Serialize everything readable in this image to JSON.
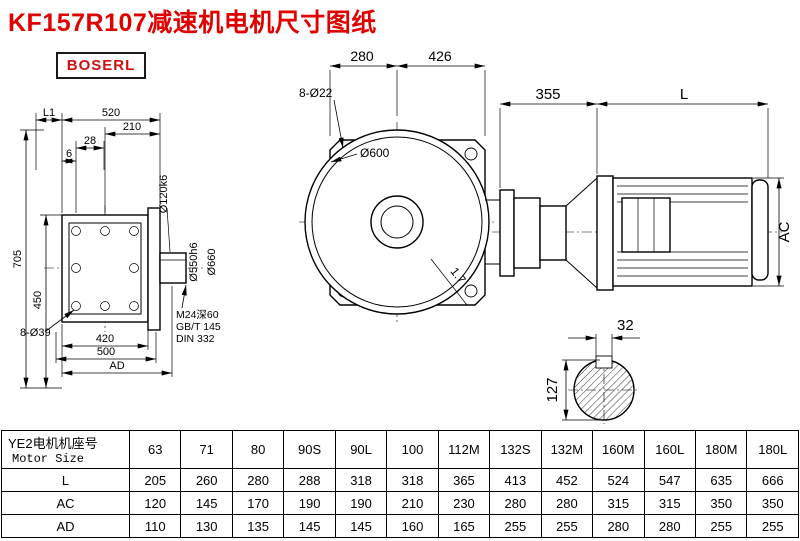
{
  "page": {
    "title": "KF157R107减速机电机尺寸图纸",
    "logo": "BOSERL"
  },
  "colors": {
    "accent_red": "#e10000",
    "line_black": "#000000"
  },
  "drawing": {
    "side_view": {
      "dim_l1": "L1",
      "dim_520": "520",
      "dim_210": "210",
      "dim_28": "28",
      "dim_6": "6",
      "dim_705": "705",
      "dim_450": "450",
      "dim_holes": "8-Ø39",
      "dim_420": "420",
      "dim_500": "500",
      "dim_ad": "AD",
      "dim_shaft": "Ø120k6",
      "dim_spigot": "Ø550h6",
      "dim_flange": "Ø660",
      "note_tap": "M24深60",
      "note_gb": "GB/T 145",
      "note_din": "DIN 332"
    },
    "front_view": {
      "dim_280": "280",
      "dim_426": "426",
      "dim_holes": "8-Ø22",
      "dim_600": "Ø600",
      "dim_angle": "1.7"
    },
    "motor_view": {
      "dim_355": "355",
      "dim_l": "L",
      "dim_ac": "AC"
    },
    "shaft_view": {
      "dim_32": "32",
      "dim_127": "127"
    }
  },
  "table": {
    "header": {
      "label_cn": "YE2电机机座号",
      "label_en": "Motor Size",
      "sizes": [
        "63",
        "71",
        "80",
        "90S",
        "90L",
        "100",
        "112M",
        "132S",
        "132M",
        "160M",
        "160L",
        "180M",
        "180L"
      ]
    },
    "rows": [
      {
        "label": "L",
        "values": [
          "205",
          "260",
          "280",
          "288",
          "318",
          "318",
          "365",
          "413",
          "452",
          "524",
          "547",
          "635",
          "666"
        ]
      },
      {
        "label": "AC",
        "values": [
          "120",
          "145",
          "170",
          "190",
          "190",
          "210",
          "230",
          "280",
          "280",
          "315",
          "315",
          "350",
          "350"
        ]
      },
      {
        "label": "AD",
        "values": [
          "110",
          "130",
          "135",
          "145",
          "145",
          "160",
          "165",
          "255",
          "255",
          "280",
          "280",
          "255",
          "255"
        ]
      }
    ]
  }
}
